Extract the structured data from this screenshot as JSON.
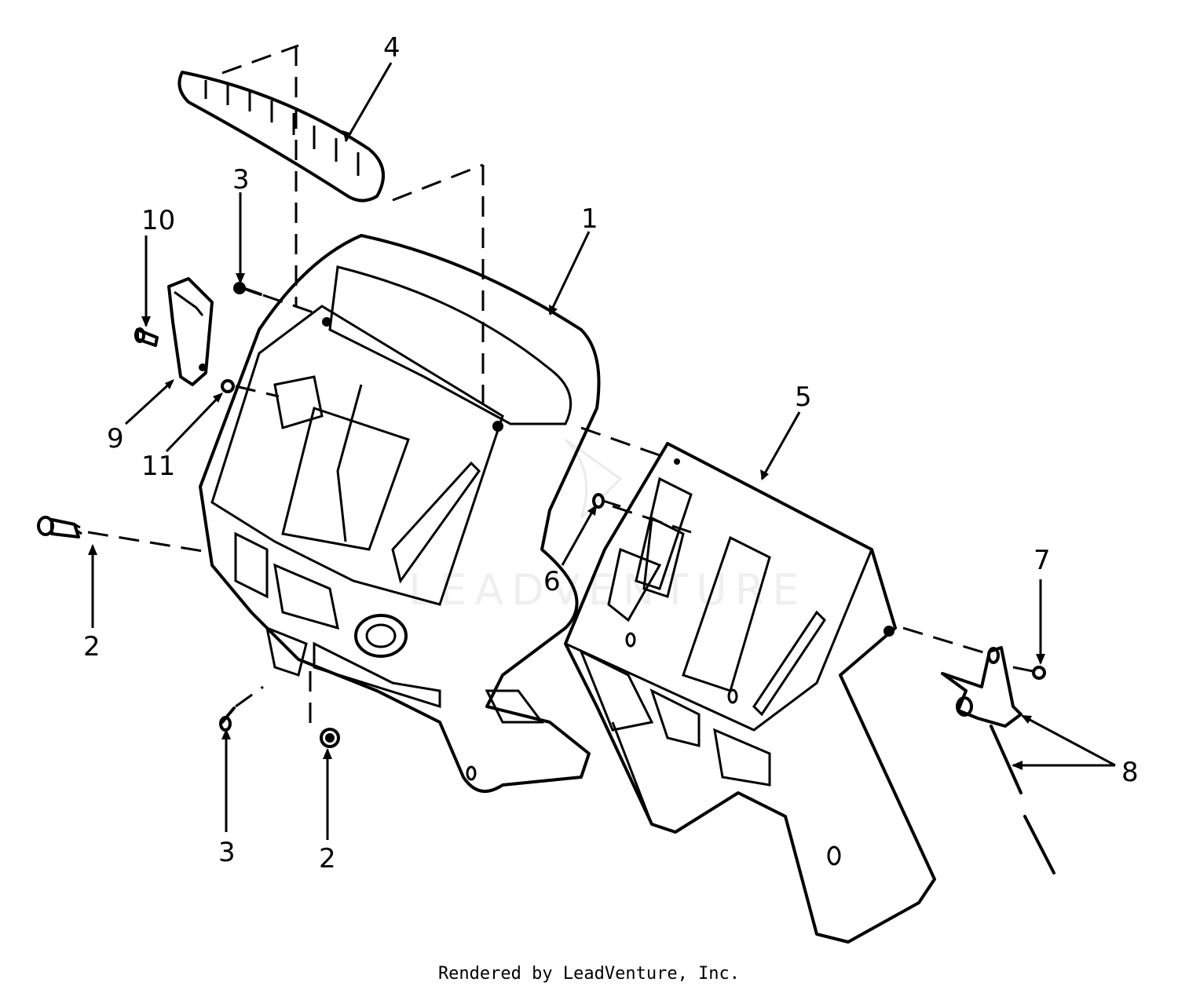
{
  "callouts": [
    {
      "id": "4",
      "label": "4"
    },
    {
      "id": "3a",
      "label": "3"
    },
    {
      "id": "10",
      "label": "10"
    },
    {
      "id": "1",
      "label": "1"
    },
    {
      "id": "9",
      "label": "9"
    },
    {
      "id": "11",
      "label": "11"
    },
    {
      "id": "5",
      "label": "5"
    },
    {
      "id": "6",
      "label": "6"
    },
    {
      "id": "2a",
      "label": "2"
    },
    {
      "id": "7",
      "label": "7"
    },
    {
      "id": "8",
      "label": "8"
    },
    {
      "id": "3b",
      "label": "3"
    },
    {
      "id": "2b",
      "label": "2"
    }
  ],
  "watermark": "LEADVENTURE",
  "footer": "Rendered by LeadVenture, Inc."
}
